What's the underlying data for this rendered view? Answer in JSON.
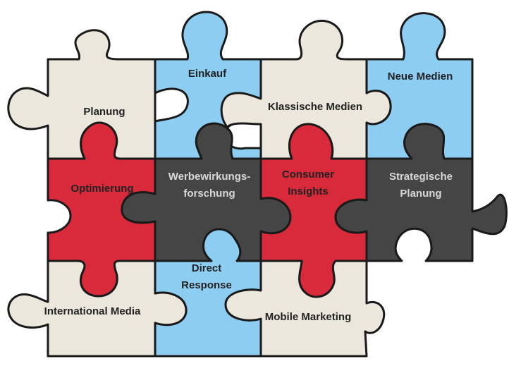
{
  "colors": {
    "cream": "#ebe7dc",
    "blue": "#8ecdf2",
    "red": "#d92a3c",
    "dark": "#454545",
    "outline": "#1a1a1a"
  },
  "pieces": {
    "planung": {
      "label": "Planung",
      "color": "cream"
    },
    "einkauf": {
      "label": "Einkauf",
      "color": "blue"
    },
    "klassische_medien": {
      "label": "Klassische Medien",
      "color": "cream"
    },
    "neue_medien": {
      "label": "Neue Medien",
      "color": "blue"
    },
    "optimierung": {
      "label": "Optimierung",
      "color": "red"
    },
    "werbewirkungsforschung": {
      "line1": "Werbewirkungs-",
      "line2": "forschung",
      "color": "dark"
    },
    "consumer_insights": {
      "line1": "Consumer",
      "line2": "Insights",
      "color": "red"
    },
    "strategische_planung": {
      "line1": "Strategische",
      "line2": "Planung",
      "color": "dark"
    },
    "international_media": {
      "label": "International Media",
      "color": "cream"
    },
    "direct_response": {
      "line1": "Direct",
      "line2": "Response",
      "color": "blue"
    },
    "mobile_marketing": {
      "label": "Mobile Marketing",
      "color": "cream"
    }
  }
}
